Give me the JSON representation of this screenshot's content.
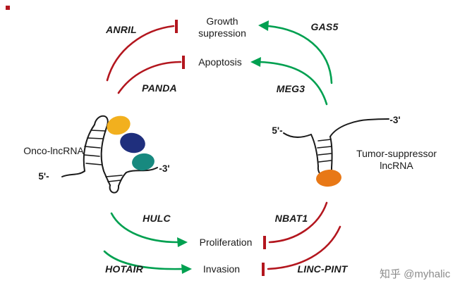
{
  "targets": {
    "growth_line1": "Growth",
    "growth_line2": "supression",
    "apoptosis": "Apoptosis",
    "proliferation": "Proliferation",
    "invasion": "Invasion"
  },
  "genes": {
    "anril": "ANRIL",
    "gas5": "GAS5",
    "panda": "PANDA",
    "meg3": "MEG3",
    "hulc": "HULC",
    "nbat1": "NBAT1",
    "hotair": "HOTAIR",
    "linc_pint": "LINC-PINT"
  },
  "molecules": {
    "onco_label": "Onco-lncRNA",
    "onco_five_prime": "5'-",
    "onco_three_prime": "-3'",
    "suppressor_label_line1": "Tumor-suppressor",
    "suppressor_label_line2": "lncRNA",
    "suppressor_five_prime": "5'-",
    "suppressor_three_prime": "-3'"
  },
  "colors": {
    "activate_green": "#00a050",
    "inhibit_red": "#b3161e",
    "strand_black": "#1a1a1a",
    "protein_yellow": "#f2b01e",
    "protein_navy": "#1f2f7d",
    "protein_teal": "#17897f",
    "protein_orange": "#e87816",
    "watermark_gray": "#8b8b8b"
  },
  "watermark": "知乎 @myhalic"
}
